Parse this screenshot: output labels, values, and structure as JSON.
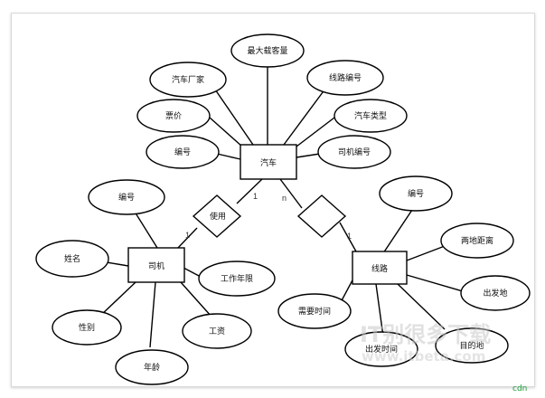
{
  "entities": [
    {
      "id": "car",
      "label": "汽车"
    },
    {
      "id": "driver",
      "label": "司机"
    },
    {
      "id": "route",
      "label": "线路"
    }
  ],
  "relationships": [
    {
      "id": "use",
      "label": "使用"
    },
    {
      "id": "run",
      "label": ""
    }
  ],
  "attributes": {
    "car": [
      "最大载客量",
      "汽车厂家",
      "线路编号",
      "票价",
      "汽车类型",
      "编号",
      "司机编号"
    ],
    "driver": [
      "编号",
      "姓名",
      "工作年限",
      "性别",
      "工资",
      "年龄"
    ],
    "route": [
      "编号",
      "两地距离",
      "出发地",
      "需要时间",
      "出发时间",
      "目的地"
    ]
  },
  "cardinalities": {
    "car_use": "1",
    "driver_use": "1",
    "car_run": "n",
    "route_run": "1"
  },
  "watermark": {
    "line1": "IT别很多下载",
    "line2": "www.itbeta.com",
    "logo": "cdn"
  },
  "colors": {
    "stroke": "#000000",
    "background": "#ffffff",
    "watermark": "#c9c9c9"
  }
}
